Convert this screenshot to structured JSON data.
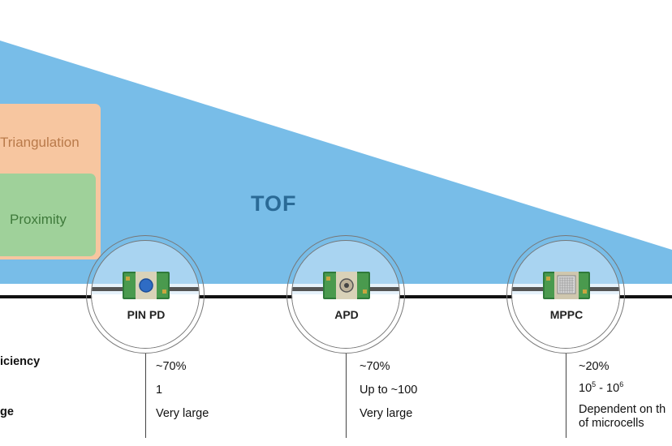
{
  "wedge": {
    "label": "TOF",
    "color": "#78bde8"
  },
  "boxes": {
    "triangulation": "Triangulation",
    "proximity": "Proximity"
  },
  "row_labels": {
    "efficiency": "iciency",
    "range": "ge"
  },
  "detectors": [
    {
      "name": "PIN PD",
      "efficiency": "~70%",
      "gain": "1",
      "range": "Very large"
    },
    {
      "name": "APD",
      "efficiency": "~70%",
      "gain": "Up to ~100",
      "range": "Very large"
    },
    {
      "name": "MPPC",
      "efficiency": "~20%",
      "gain_base1": "10",
      "gain_exp1": "5",
      "gain_sep": " - ",
      "gain_base2": "10",
      "gain_exp2": "6",
      "range": "Dependent on th",
      "range_line2": "of microcells"
    }
  ],
  "colors": {
    "tof_wedge": "#78bde8",
    "triangulation_box": "#f7c6a0",
    "proximity_box": "#9fd19a",
    "timeline": "#111111"
  }
}
